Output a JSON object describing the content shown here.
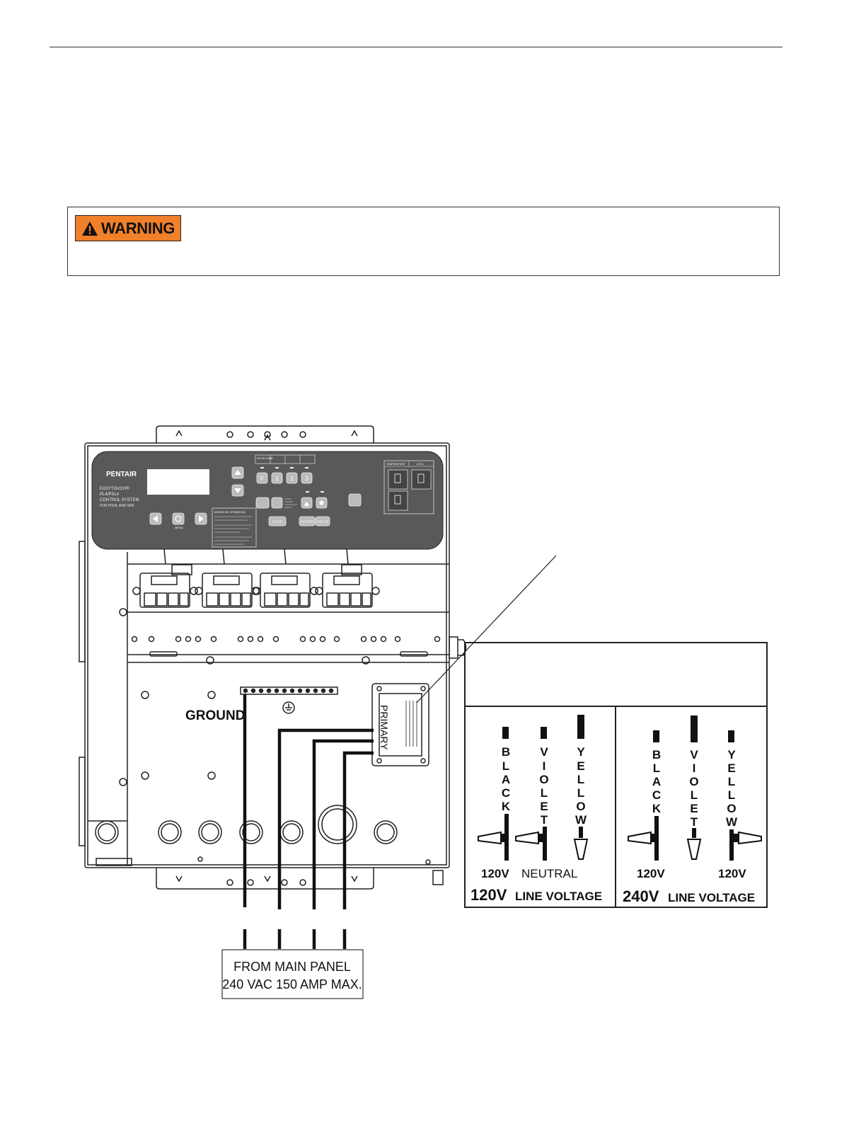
{
  "warning": {
    "label": "WARNING"
  },
  "control_panel": {
    "brand": "PENTAIR",
    "product_line1": "EASYTOUCH®",
    "product_line2": "PL4/PSL4",
    "product_line3": "CONTROL SYSTEM",
    "product_line4": "FOR POOL AND SPA",
    "menu_label": "MENU",
    "filter_pump_label": "FILTER PUMP",
    "btn_f": "F",
    "btn_1": "1",
    "btn_2": "2",
    "btn_3": "3",
    "valve_label": "VALVE",
    "heater_label": "HEATER",
    "solar_label": "SOLAR",
    "modes_label": "MODES OF OPERATION",
    "temp_label": "TEMPERATURE",
    "auto_label": "AUTO"
  },
  "transformer_label": "PRIMARY",
  "ground_label": "GROUND",
  "main_panel": {
    "line1": "FROM MAIN PANEL",
    "line2": "240 VAC 150 AMP MAX."
  },
  "wiring_120": {
    "wires": [
      "BLACK",
      "VIOLET",
      "YELLOW"
    ],
    "bottom_labels": [
      "120V",
      "NEUTRAL"
    ],
    "title_big": "120V",
    "title_small": "LINE VOLTAGE"
  },
  "wiring_240": {
    "wires": [
      "BLACK",
      "VIOLET",
      "YELLOW"
    ],
    "bottom_labels": [
      "120V",
      "120V"
    ],
    "title_big": "240V",
    "title_small": "LINE VOLTAGE"
  }
}
